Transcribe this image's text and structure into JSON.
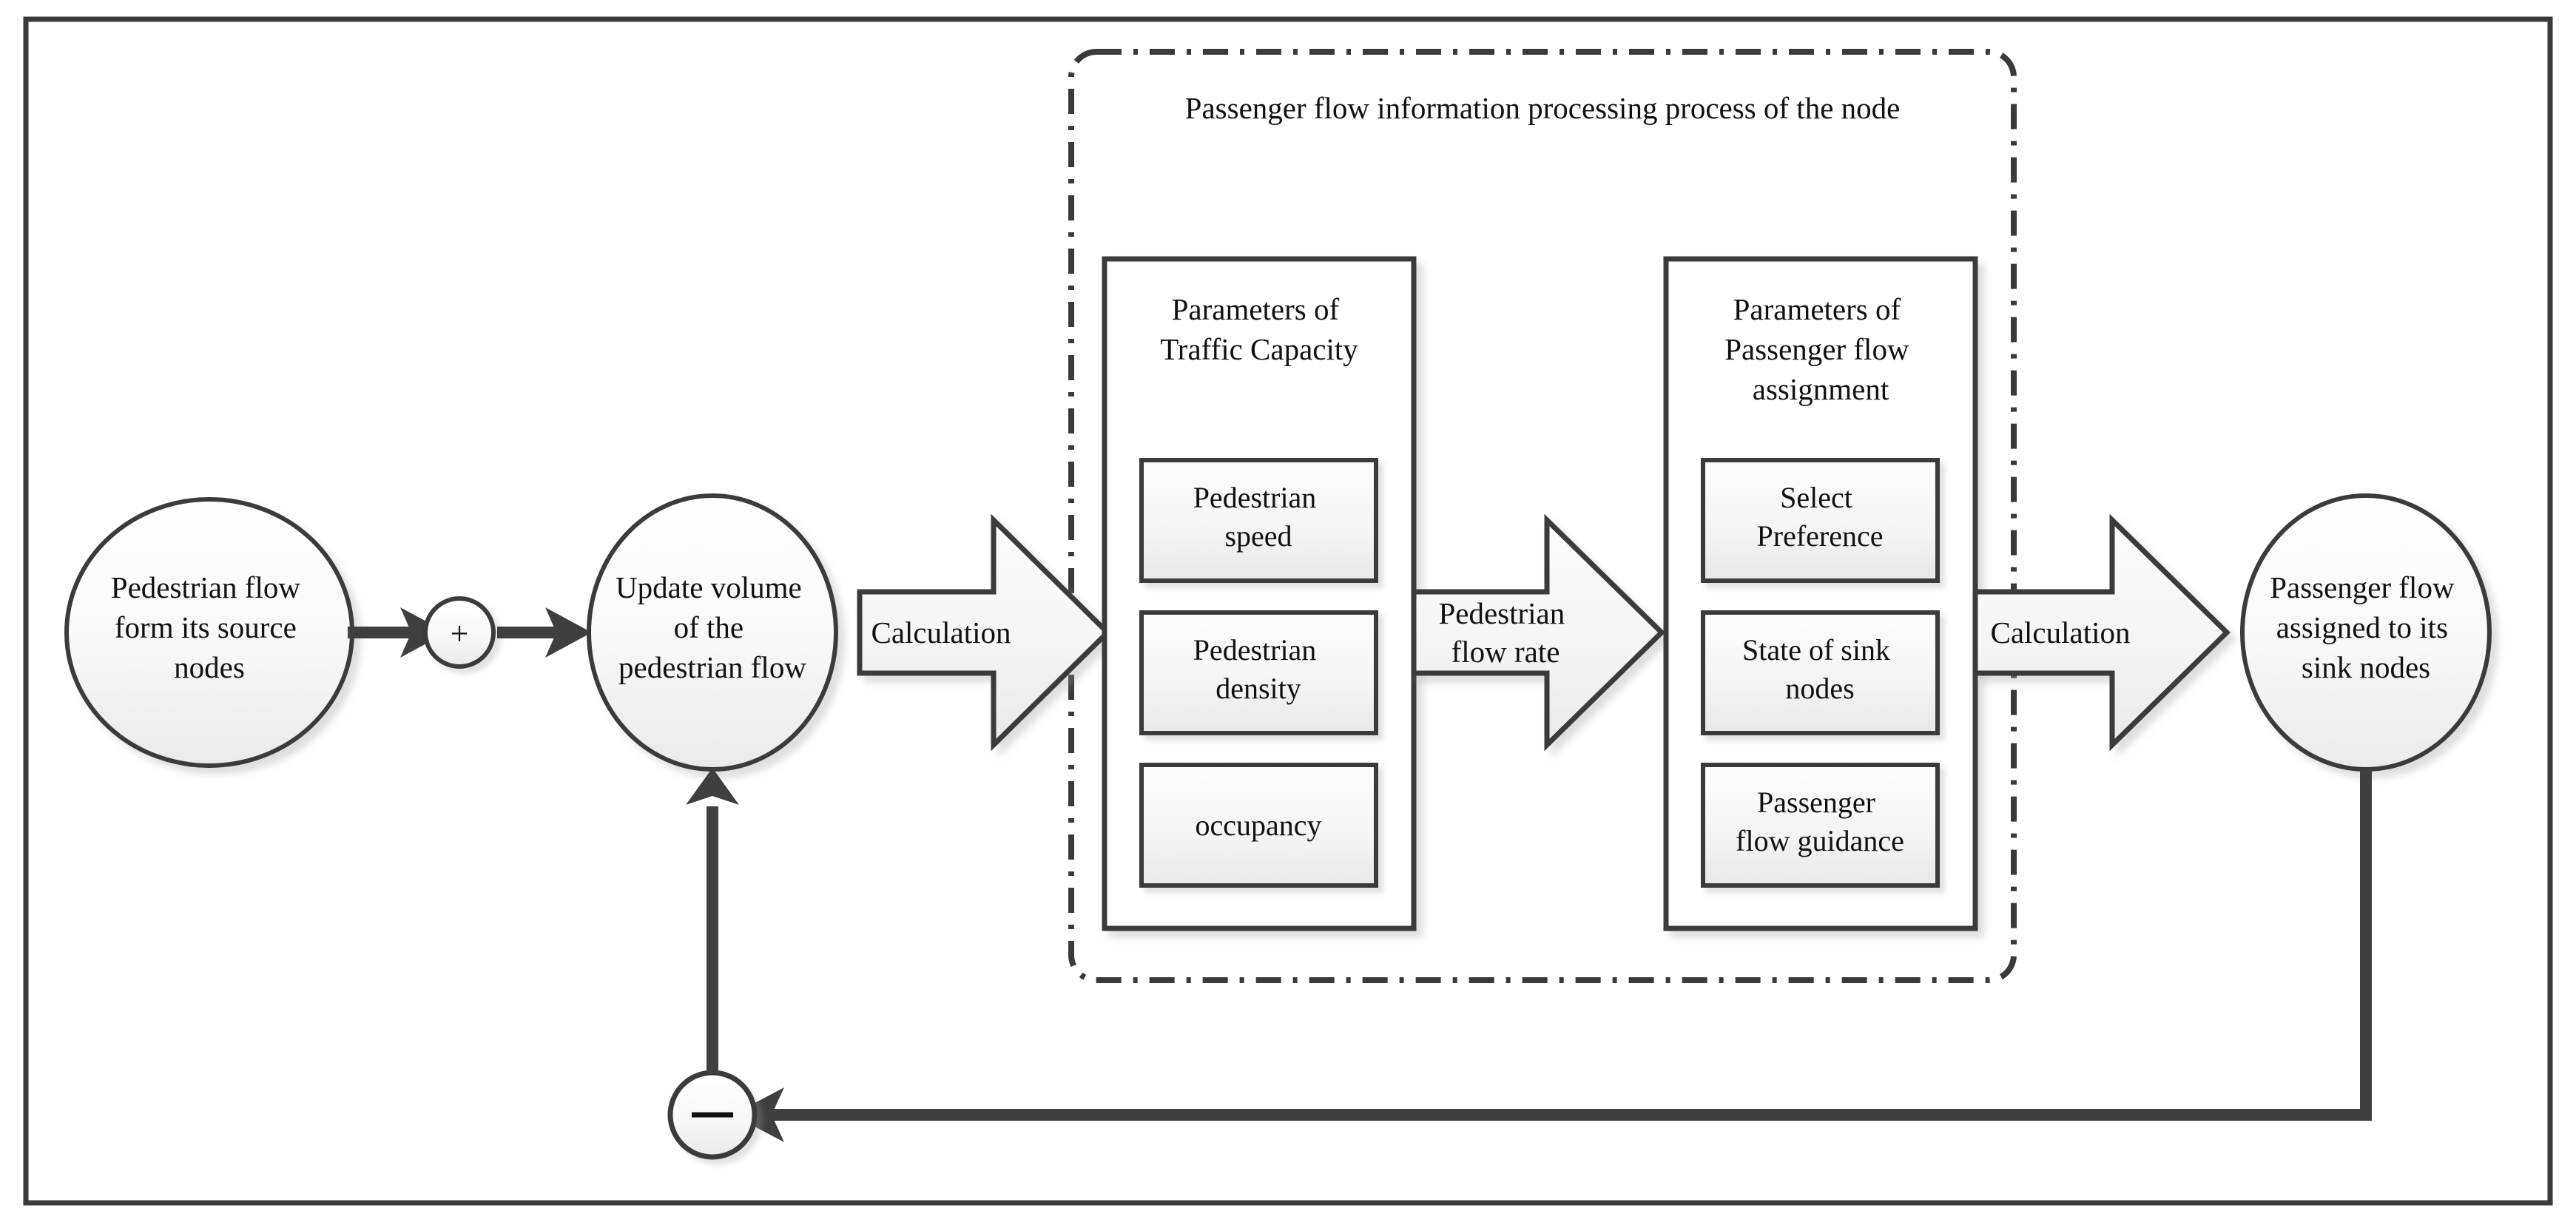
{
  "figure": {
    "type": "flowchart",
    "title_visible": false,
    "colors": {
      "stroke": "#3a3a3a",
      "text": "#111111",
      "background": "#ffffff",
      "shape_fill_top": "#ffffff",
      "shape_fill_bottom": "#eeeeee",
      "arrow_solid": "#3f3f3f"
    }
  },
  "frame": {
    "border_style": "solid"
  },
  "nodes": {
    "source": {
      "shape": "ellipse",
      "lines": [
        "Pedestrian flow",
        "form its source",
        "nodes"
      ]
    },
    "sum": {
      "shape": "circle",
      "label": "+"
    },
    "update": {
      "shape": "ellipse",
      "lines": [
        "Update volume",
        "of the",
        "pedestrian flow"
      ]
    },
    "sink": {
      "shape": "ellipse",
      "lines": [
        "Passenger flow",
        "assigned to its",
        "sink nodes"
      ]
    },
    "minus": {
      "shape": "circle",
      "label": "—"
    }
  },
  "group": {
    "title": "Passenger flow information processing process of the node",
    "border_style": "dash-dot"
  },
  "panels": [
    {
      "id": "traffic-capacity",
      "title_lines": [
        "Parameters of",
        "Traffic Capacity"
      ],
      "items": [
        {
          "lines": [
            "Pedestrian",
            "speed"
          ]
        },
        {
          "lines": [
            "Pedestrian",
            "density"
          ]
        },
        {
          "lines": [
            "occupancy"
          ]
        }
      ]
    },
    {
      "id": "passenger-flow-assignment",
      "title_lines": [
        "Parameters of",
        "Passenger flow",
        "assignment"
      ],
      "items": [
        {
          "lines": [
            "Select",
            "Preference"
          ]
        },
        {
          "lines": [
            "State of sink",
            "nodes"
          ]
        },
        {
          "lines": [
            "Passenger",
            "flow guidance"
          ]
        }
      ]
    }
  ],
  "block_arrows": [
    {
      "id": "calculation-1",
      "lines": [
        "Calculation"
      ]
    },
    {
      "id": "pedestrian-flow-rate",
      "lines": [
        "Pedestrian",
        "flow rate"
      ]
    },
    {
      "id": "calculation-2",
      "lines": [
        "Calculation"
      ]
    }
  ],
  "connectors": [
    {
      "id": "source-to-sum",
      "kind": "solid-arrow",
      "direction": "right"
    },
    {
      "id": "sum-to-update",
      "kind": "solid-arrow",
      "direction": "right"
    },
    {
      "id": "sink-feedback-to-minus",
      "kind": "solid-arrow",
      "direction": "left"
    },
    {
      "id": "minus-to-update",
      "kind": "solid-arrow",
      "direction": "up"
    }
  ]
}
